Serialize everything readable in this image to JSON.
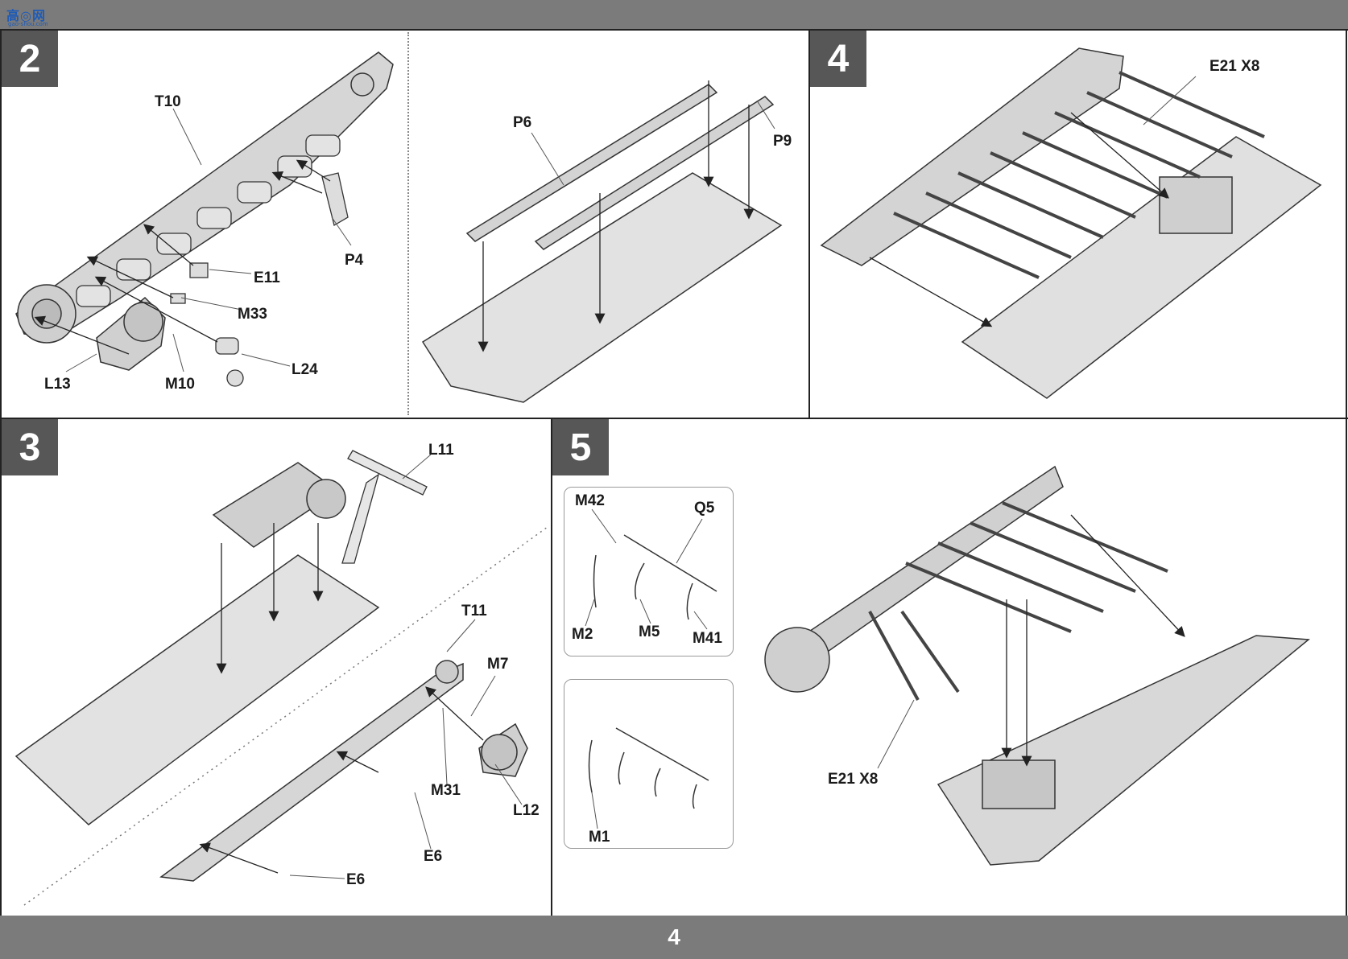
{
  "logo": {
    "text": "高◎网",
    "subtext": "gao-shou.com"
  },
  "page_number": "4",
  "steps": [
    {
      "number": "2"
    },
    {
      "number": "3"
    },
    {
      "number": "4"
    },
    {
      "number": "5"
    }
  ],
  "step2": {
    "callouts": [
      "T10",
      "P4",
      "E11",
      "M33",
      "L24",
      "L13",
      "M10",
      "P6",
      "P9"
    ]
  },
  "step3": {
    "callouts": [
      "L11",
      "T11",
      "M7",
      "M31",
      "L12",
      "E6",
      "E6"
    ]
  },
  "step4": {
    "callouts": [
      "E21 X8"
    ]
  },
  "step5": {
    "callouts": [
      "M42",
      "Q5",
      "M2",
      "M5",
      "M41",
      "M1",
      "E21 X8"
    ]
  },
  "colors": {
    "band": "#7b7b7b",
    "badge": "#575757",
    "line": "#222222",
    "part": "#d6d6d6"
  }
}
